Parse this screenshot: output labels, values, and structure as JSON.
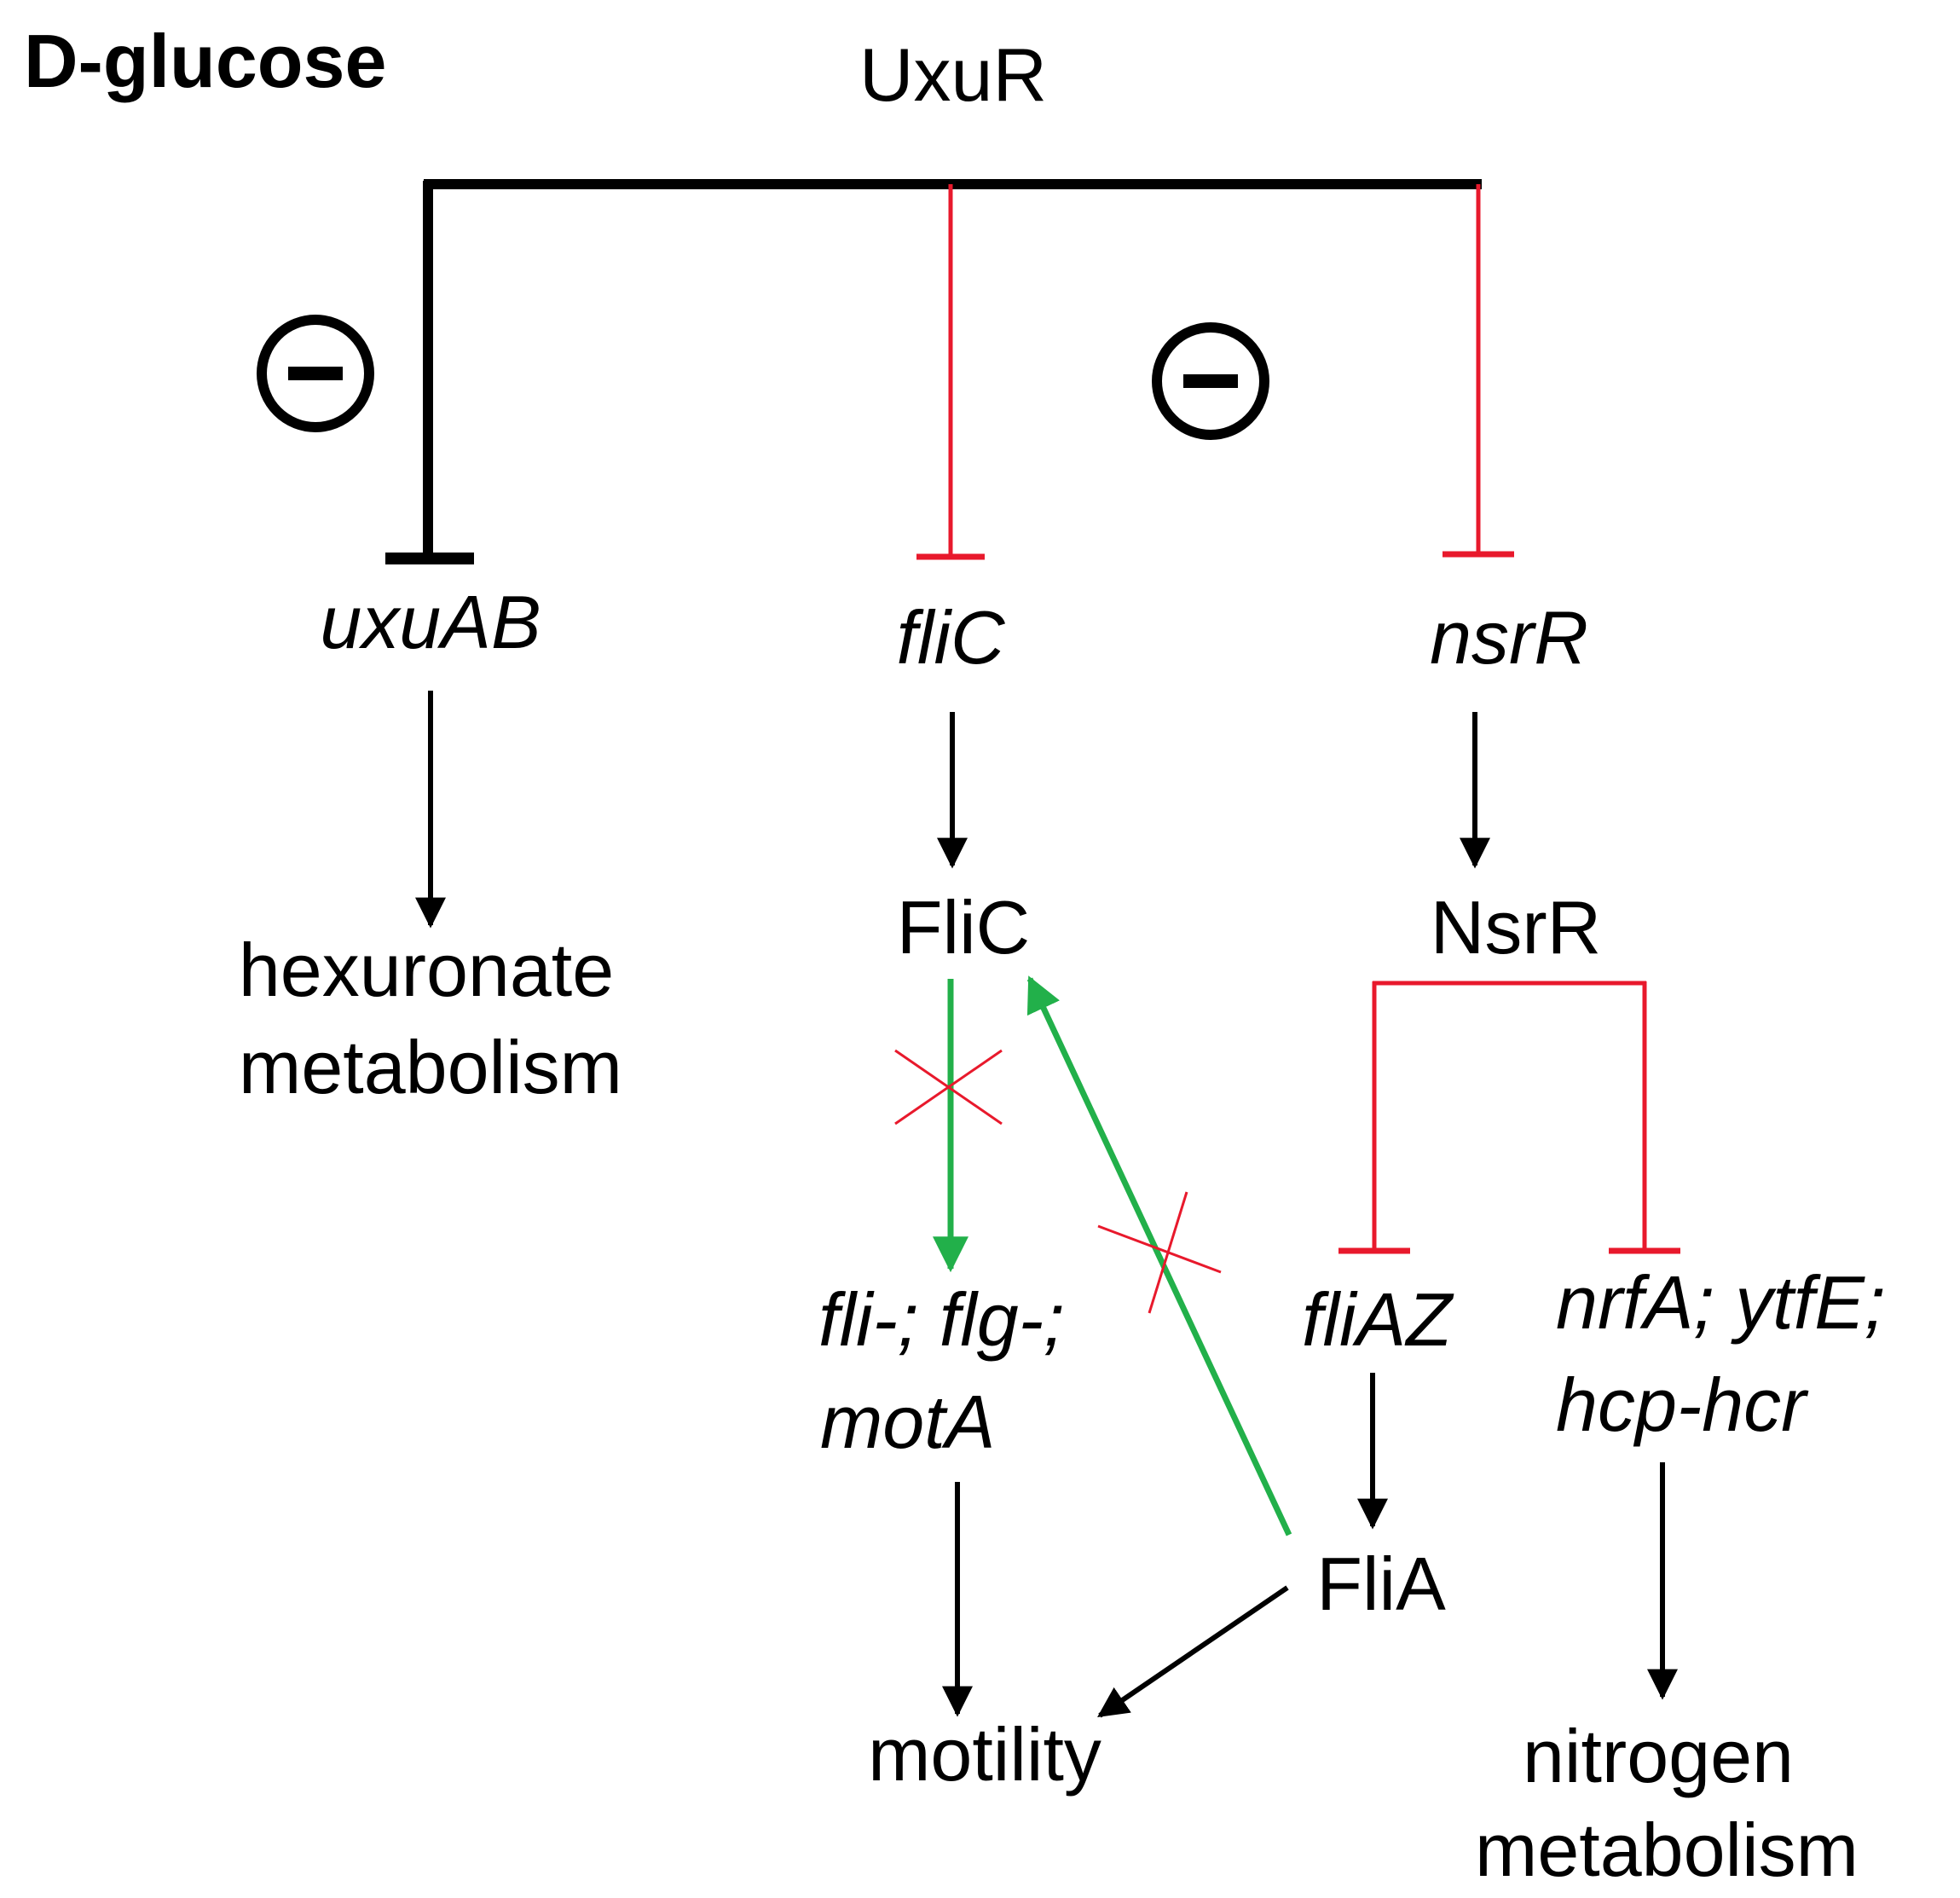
{
  "condition": "D-glucose",
  "regulator": "UxuR",
  "genes": {
    "uxuAB": "uxuAB",
    "fliC": "fliC",
    "nsrR": "nsrR",
    "fli_flg": "fli-; flg-;",
    "motA": "motA",
    "fliAZ": "fliAZ",
    "nrfA_ytfE": "nrfA; ytfE;",
    "hcp_hcr": "hcp-hcr"
  },
  "proteins": {
    "FliC": "FliC",
    "NsrR": "NsrR",
    "FliA": "FliA"
  },
  "processes": {
    "hexuronate_line1": "hexuronate",
    "hexuronate_line2": "metabolism",
    "motility": "motility",
    "nitrogen_line1": "nitrogen",
    "nitrogen_line2": "metabolism"
  },
  "colors": {
    "activation": "#000000",
    "repression_black": "#000000",
    "repression_red": "#e8192c",
    "abolished_link": "#22b04a",
    "cross_mark": "#e8192c"
  },
  "symbols": {
    "negative_regulation": "minus-in-circle"
  }
}
